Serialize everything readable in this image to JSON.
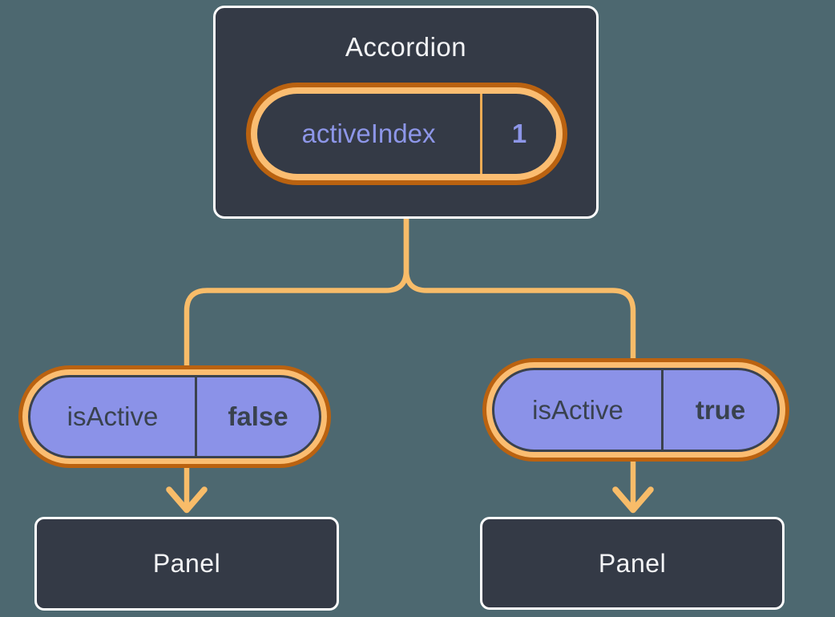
{
  "colors": {
    "background": "#4D6870",
    "node_bg": "#343A46",
    "node_border": "#FFFFFF",
    "ring_outer": "#BA6210",
    "ring_light": "#FBBD71",
    "pill_fill": "#8B92E8",
    "pill_outline": "#3B424D",
    "state_text_dark": "#39424E",
    "state_text_purple": "#8D96E8",
    "divider_orange": "#EFAB54",
    "connector": "#F8BC69",
    "sparkle": "#FAC271",
    "title_text": "#F3F4F6"
  },
  "icons": {
    "sparkle": "✦",
    "arrow": "↓"
  },
  "accordion": {
    "title": "Accordion",
    "state": {
      "name": "activeIndex",
      "value": "1"
    }
  },
  "children": [
    {
      "state": {
        "name": "isActive",
        "value": "false"
      },
      "panel_label": "Panel"
    },
    {
      "state": {
        "name": "isActive",
        "value": "true"
      },
      "panel_label": "Panel"
    }
  ]
}
